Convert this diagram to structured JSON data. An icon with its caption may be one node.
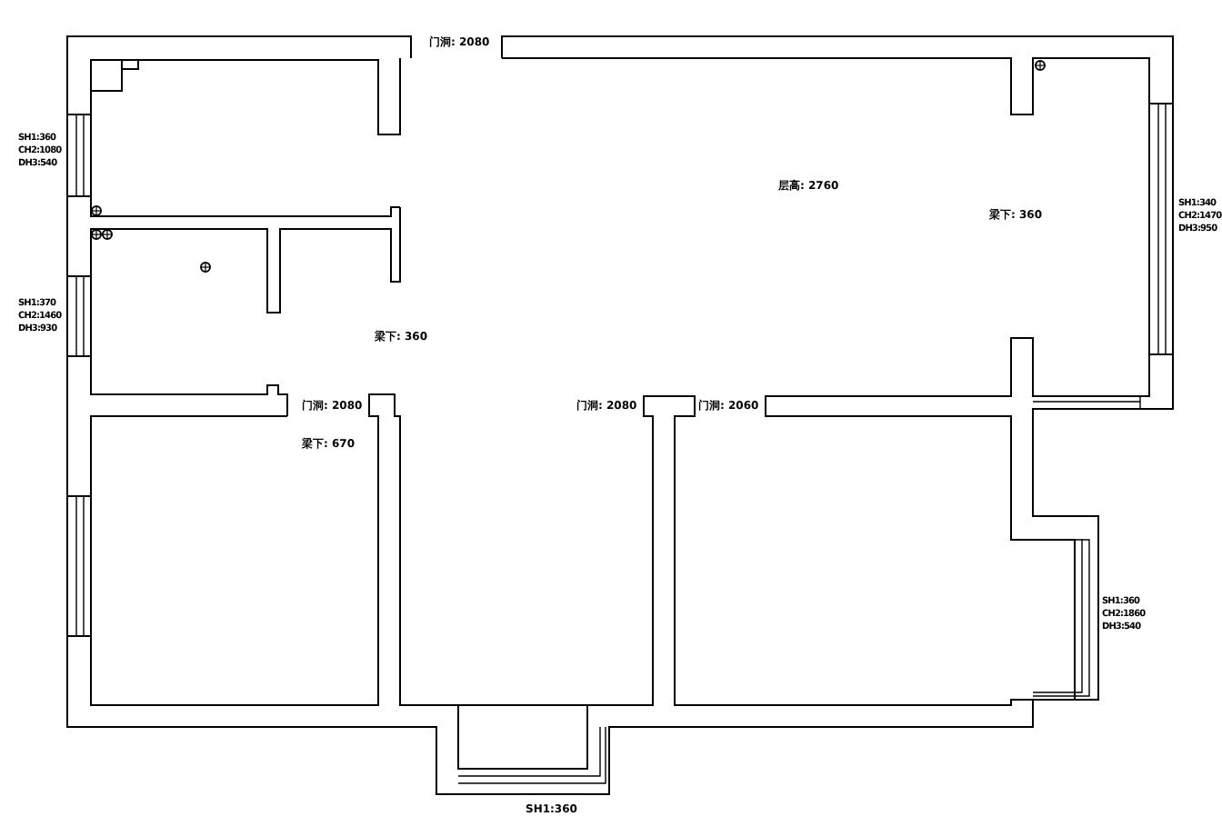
{
  "diagram": {
    "labels": [
      "门洞: 2080",
      "SH1:360 CH2:1080 DH3:540",
      "层高: 2760",
      "梁下: 360",
      "SH1:340 CH2:1470 DH3:950",
      "SH1:370 CH2:1460 DH3:930",
      "梁下: 360",
      "门洞: 2080",
      "门洞: 2080",
      "门洞: 2060",
      "梁下: 670",
      "SH1:360 CH2:1860 DH3:540",
      "SH1:360"
    ]
  }
}
